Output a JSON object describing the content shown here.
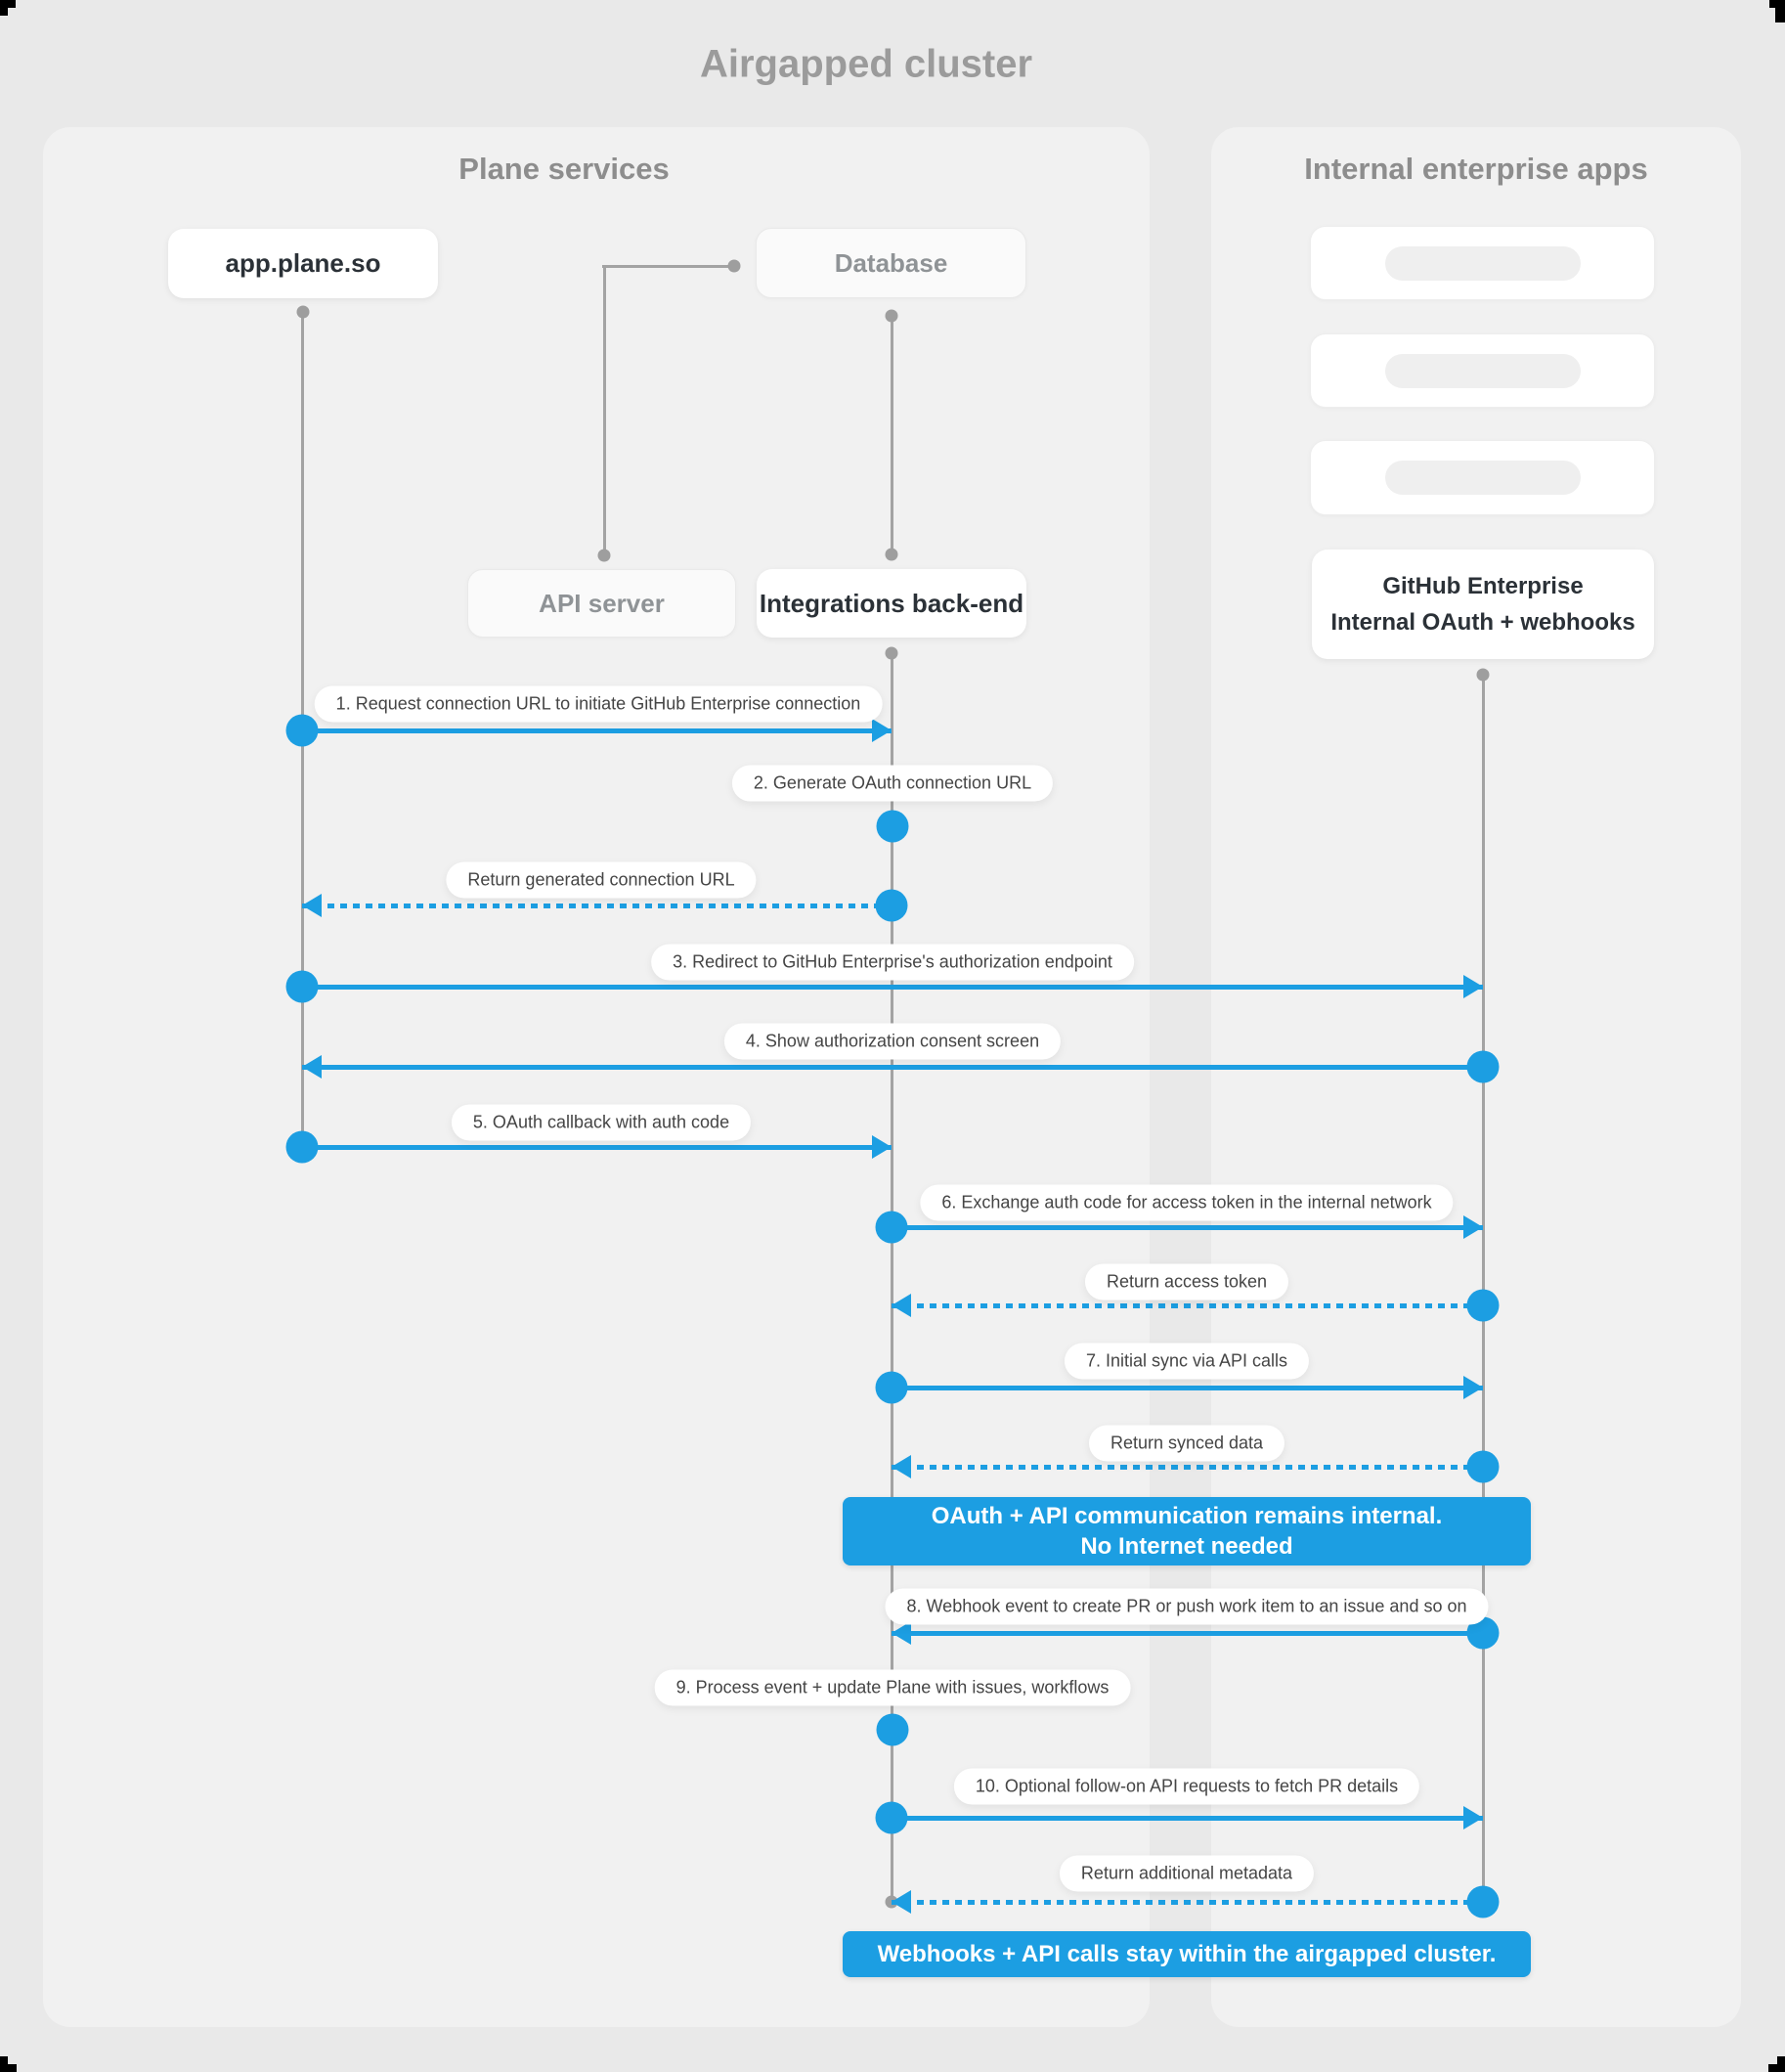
{
  "title": "Airgapped cluster",
  "panels": {
    "plane": {
      "title": "Plane services"
    },
    "internal": {
      "title": "Internal enterprise apps"
    }
  },
  "actors": {
    "app": "app.plane.so",
    "database": "Database",
    "api_server": "API server",
    "integrations": "Integrations back-end",
    "github_line1": "GitHub Enterprise",
    "github_line2": "Internal OAuth + webhooks"
  },
  "placeholders": {
    "count": 3,
    "description": "empty internal app cards"
  },
  "messages": [
    {
      "label": "1. Request connection URL to initiate GitHub Enterprise connection",
      "from": "app.plane.so",
      "to": "Integrations back-end",
      "style": "solid"
    },
    {
      "label": "2. Generate OAuth connection URL",
      "from": "Integrations back-end",
      "to": "Integrations back-end",
      "style": "self"
    },
    {
      "label": "Return generated connection URL",
      "from": "Integrations back-end",
      "to": "app.plane.so",
      "style": "dashed"
    },
    {
      "label": "3. Redirect to GitHub Enterprise's authorization endpoint",
      "from": "app.plane.so",
      "to": "GitHub Enterprise",
      "style": "solid"
    },
    {
      "label": "4. Show authorization consent screen",
      "from": "GitHub Enterprise",
      "to": "app.plane.so",
      "style": "solid"
    },
    {
      "label": "5. OAuth callback with auth code",
      "from": "app.plane.so",
      "to": "Integrations back-end",
      "style": "solid"
    },
    {
      "label": "6. Exchange auth code for access token in the internal network",
      "from": "Integrations back-end",
      "to": "GitHub Enterprise",
      "style": "solid"
    },
    {
      "label": "Return access token",
      "from": "GitHub Enterprise",
      "to": "Integrations back-end",
      "style": "dashed"
    },
    {
      "label": "7. Initial sync via API calls",
      "from": "Integrations back-end",
      "to": "GitHub Enterprise",
      "style": "solid"
    },
    {
      "label": "Return synced data",
      "from": "GitHub Enterprise",
      "to": "Integrations back-end",
      "style": "dashed"
    },
    {
      "label": "8. Webhook event to create PR  or push work item to an issue  and so on",
      "from": "GitHub Enterprise",
      "to": "Integrations back-end",
      "style": "solid"
    },
    {
      "label": "9. Process event + update Plane with issues, workflows",
      "from": "Integrations back-end",
      "to": "Integrations back-end",
      "style": "self"
    },
    {
      "label": "10. Optional follow-on API requests to fetch PR details",
      "from": "Integrations back-end",
      "to": "GitHub Enterprise",
      "style": "solid"
    },
    {
      "label": "Return additional metadata",
      "from": "GitHub Enterprise",
      "to": "Integrations back-end",
      "style": "dashed"
    }
  ],
  "banners": [
    {
      "line1": "OAuth + API communication remains internal.",
      "line2": "No Internet needed"
    },
    {
      "line1": "Webhooks + API calls stay within the airgapped cluster."
    }
  ],
  "colors": {
    "accent": "#1c9ee2",
    "page_bg": "#e9e9e9",
    "panel_bg": "#f1f1f1",
    "lifeline": "#a3a3a3",
    "banner_text": "#ffffff"
  }
}
